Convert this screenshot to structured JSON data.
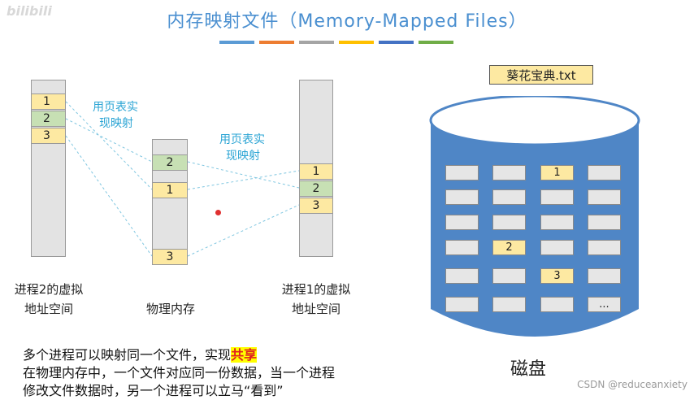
{
  "logo": "bilibili",
  "title": "内存映射文件（Memory-Mapped Files）",
  "bar_colors": [
    "#5b9bd5",
    "#ed7d31",
    "#a5a5a5",
    "#ffc000",
    "#4472c4",
    "#70ad47"
  ],
  "proc2": {
    "cells": [
      "1",
      "2",
      "3"
    ],
    "caption_line1": "进程2的虚拟",
    "caption_line2": "地址空间"
  },
  "phys": {
    "cells": [
      "2",
      "1",
      "3"
    ],
    "caption": "物理内存"
  },
  "proc1": {
    "cells": [
      "1",
      "2",
      "3"
    ],
    "caption_line1": "进程1的虚拟",
    "caption_line2": "地址空间"
  },
  "note_left": {
    "line1": "用页表实",
    "line2": "现映射"
  },
  "note_right": {
    "line1": "用页表实",
    "line2": "现映射"
  },
  "file_name": "葵花宝典.txt",
  "disk": {
    "label": "磁盘",
    "rows": [
      [
        "",
        "",
        "1",
        ""
      ],
      [
        "",
        "",
        "",
        ""
      ],
      [
        "",
        "",
        "",
        ""
      ],
      [
        "",
        "2",
        "",
        ""
      ],
      [
        "",
        "",
        "3",
        ""
      ],
      [
        "",
        "",
        "",
        "..."
      ]
    ],
    "highlight_values": [
      "1",
      "2",
      "3"
    ]
  },
  "bottom_text": {
    "line1_prefix": "多个进程可以映射同一个文件，实现",
    "line1_highlight": "共享",
    "line2": "在物理内存中，一个文件对应同一份数据，当一个进程",
    "line3": "修改文件数据时，另一个进程可以立马“看到”"
  },
  "watermark": "CSDN @reduceanxiety",
  "colors": {
    "title": "#4a8fd0",
    "disk": "#4f86c6",
    "note": "#2aa4d4",
    "highlight_text": "#e02020"
  }
}
